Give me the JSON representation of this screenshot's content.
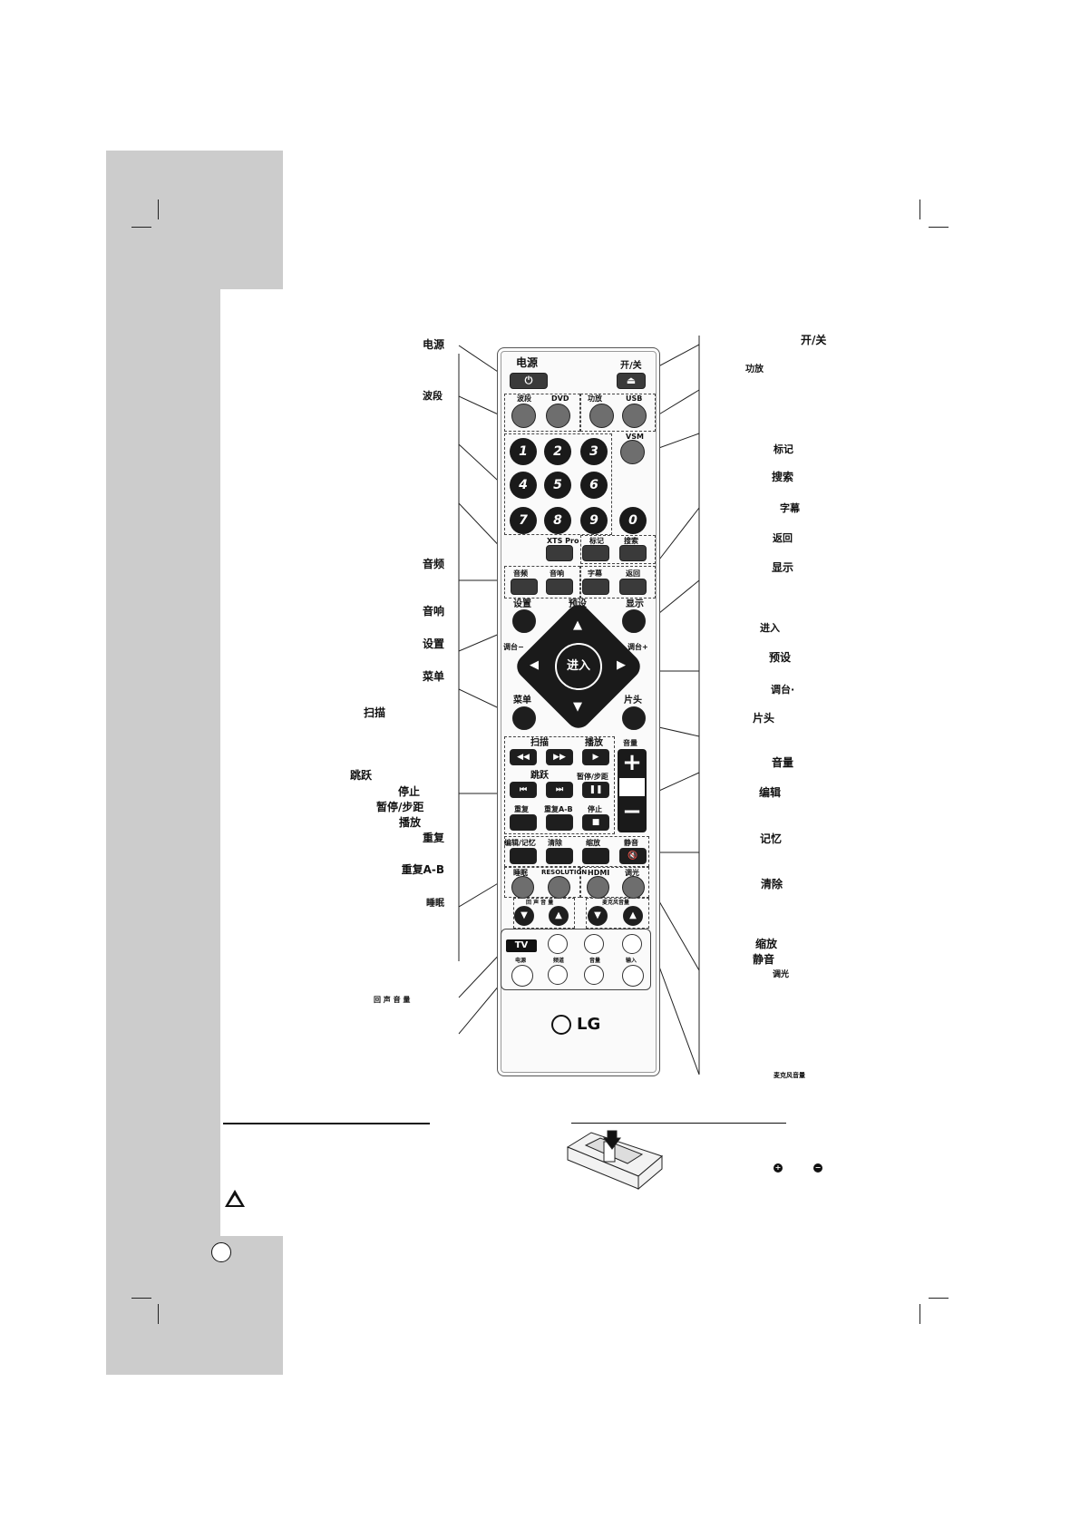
{
  "left_labels": {
    "power": "电源",
    "band": "波段",
    "audio": "音频",
    "sound": "音响",
    "setup": "设置",
    "menu": "菜单",
    "scan": "扫描",
    "skip": "跳跃",
    "stop": "停止",
    "pause_step": "暂停/步距",
    "play": "播放",
    "repeat": "重复",
    "repeat_ab": "重复A-B",
    "sleep": "睡眠",
    "echo_vol": "回 声 音 量"
  },
  "right_labels": {
    "open_close": "开/关",
    "amp": "功放",
    "mark": "标记",
    "search": "搜索",
    "subtitle": "字幕",
    "return": "返回",
    "display": "显示",
    "enter": "进入",
    "preset": "预设",
    "tune": "调台·",
    "title": "片头",
    "volume": "音量",
    "edit": "编辑",
    "memory": "记忆",
    "clear": "清除",
    "zoom": "缩放",
    "mute": "静音",
    "dimmer": "调光",
    "mic_vol": "麦克风音量"
  },
  "remote": {
    "power": "电源",
    "open_close": "开/关",
    "band": "波段",
    "dvd": "DVD",
    "amp": "功放",
    "usb": "USB",
    "vsm": "VSM",
    "digits": [
      "1",
      "2",
      "3",
      "4",
      "5",
      "6",
      "7",
      "8",
      "9",
      "0"
    ],
    "xts_pro": "XTS Pro",
    "mark": "标记",
    "search": "搜索",
    "audio": "音频",
    "sound": "音响",
    "subtitle": "字幕",
    "return": "返回",
    "setup": "设置",
    "preset": "预设",
    "display": "显示",
    "tune_minus": "调台−",
    "tune_plus": "调台+",
    "enter": "进入",
    "menu": "菜单",
    "title": "片头",
    "scan": "扫描",
    "play": "播放",
    "volume": "音量",
    "skip": "跳跃",
    "pause_step": "暂停/步距",
    "repeat": "重复",
    "repeat_ab": "重复A-B",
    "stop": "停止",
    "edit_memory": "编辑/记忆",
    "clear": "清除",
    "zoom": "缩放",
    "mute": "静音",
    "sleep": "睡眠",
    "resolution": "RESOLUTION",
    "hdmi": "HDMI",
    "dimmer": "调光",
    "echo_vol": "回 声 音 量",
    "mic_vol": "麦克风音量",
    "tv": "TV",
    "power_small": "电源",
    "channel": "频道",
    "volume_small": "音量",
    "input": "输入",
    "brand": "LG"
  },
  "icons": [
    "power-icon",
    "eject-icon",
    "rewind-icon",
    "fast-forward-icon",
    "play-icon",
    "prev-icon",
    "next-icon",
    "pause-icon",
    "stop-icon",
    "mute-icon",
    "up-arrow-icon",
    "down-arrow-icon",
    "warning-icon",
    "plus-polarity-icon",
    "minus-polarity-icon"
  ],
  "colors": {
    "side_band": "#cccccc",
    "button_gray": "#6e6e6e",
    "button_dark": "#1a1a1a"
  }
}
